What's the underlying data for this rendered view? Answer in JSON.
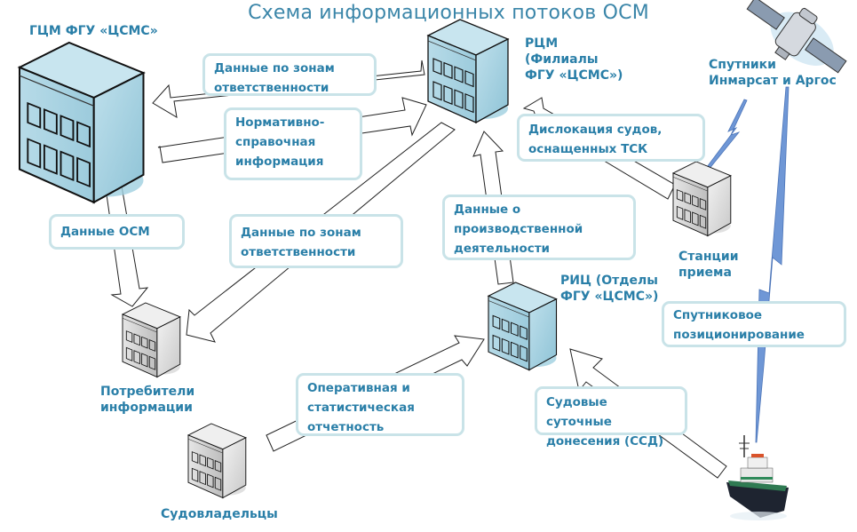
{
  "title": "Схема информационных потоков ОСМ",
  "colors": {
    "text": "#2a7fa8",
    "title": "#3b86a9",
    "callout_border": "#c9e3e8",
    "building_blue": "#a9d3e1",
    "building_gray": "#d9d9d9",
    "radio_link": "#6f97d6"
  },
  "nodes": {
    "gcm": {
      "label": "ГЦМ ФГУ «ЦСМС»",
      "icon": "building-icon"
    },
    "rcm": {
      "label": "РЦМ\n(Филиалы\nФГУ «ЦСМС»)",
      "icon": "building-icon"
    },
    "satellites": {
      "label": "Спутники\nИнмарсат и Аргос",
      "icon": "satellite-icon"
    },
    "stations": {
      "label": "Станции\nприема",
      "icon": "building-icon"
    },
    "consumers": {
      "label": "Потребители\nинформации",
      "icon": "building-icon"
    },
    "ric": {
      "label": "РИЦ (Отделы\nФГУ «ЦСМС»)",
      "icon": "building-icon"
    },
    "shipowners": {
      "label": "Судовладельцы",
      "icon": "building-icon"
    },
    "ship": {
      "label": "",
      "icon": "ship-icon"
    }
  },
  "flows": [
    {
      "id": "rcm-to-gcm",
      "label": "Данные по зонам\nответственности"
    },
    {
      "id": "gcm-to-rcm",
      "label": "Нормативно-\nсправочная\nинформация"
    },
    {
      "id": "gcm-to-consumers",
      "label": "Данные ОСМ"
    },
    {
      "id": "rcm-to-consumers",
      "label": "Данные по зонам\nответственности"
    },
    {
      "id": "stations-to-rcm",
      "label": "Дислокация судов,\nоснащенных ТСК"
    },
    {
      "id": "ric-to-rcm",
      "label": "Данные о\nпроизводственной\nдеятельности"
    },
    {
      "id": "shipowners-to-ric",
      "label": "Оперативная и\nстатистическая\nотчетность"
    },
    {
      "id": "ship-to-ric",
      "label": "Судовые суточные\nдонесения (ССД)"
    },
    {
      "id": "satellite-to-ship",
      "label": "Спутниковое\nпозиционирование"
    }
  ]
}
